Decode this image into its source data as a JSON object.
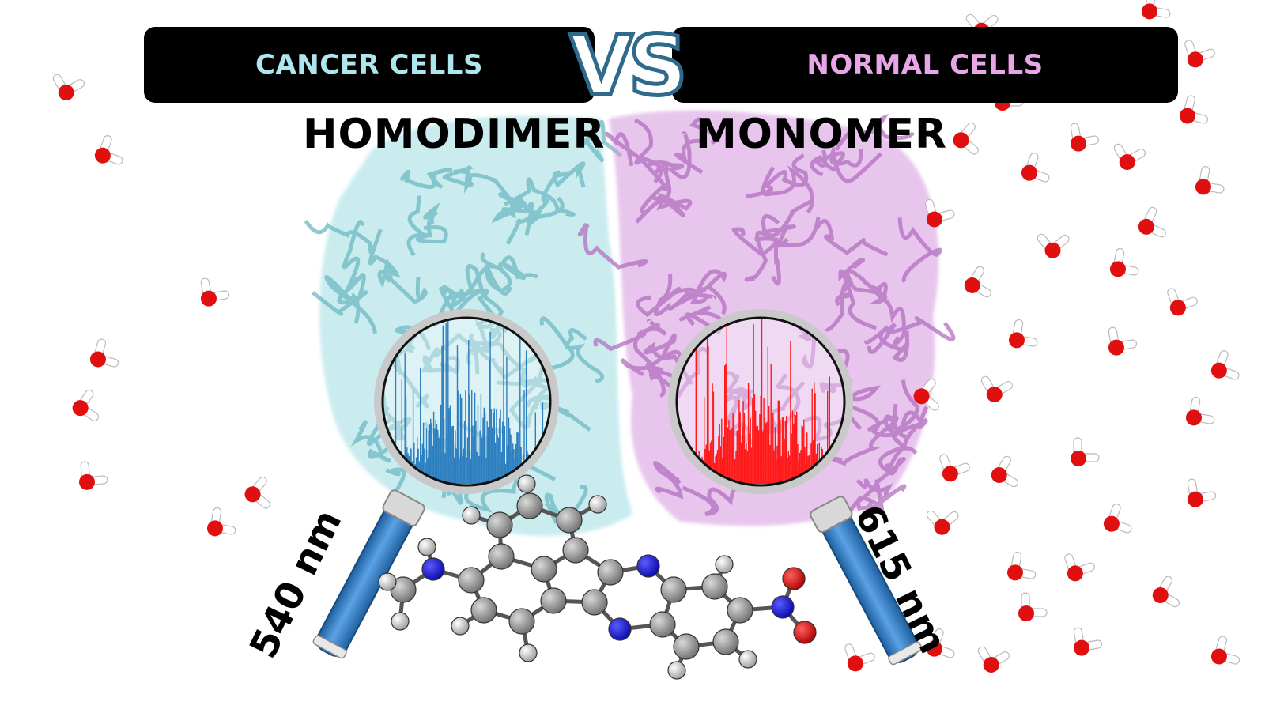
{
  "header": {
    "left_banner": "CANCER CELLS",
    "vs": "VS",
    "right_banner": "NORMAL CELLS"
  },
  "labels": {
    "left": "HOMODIMER",
    "right": "MONOMER"
  },
  "wavelengths": {
    "left": "540 nm",
    "right": "615 nm"
  },
  "colors": {
    "left_banner_text": "#aee6ee",
    "right_banner_text": "#e7a6e8",
    "homodimer_protein": "#9fdde3",
    "monomer_protein": "#d596df",
    "left_spectrum": "#2e7fc0",
    "right_spectrum": "#ff1a1a",
    "magnifier_handle": "#3b82c8",
    "water_oxygen": "#e01010",
    "water_hydrogen": "#ffffff",
    "carbon": "#8f8f8f",
    "nitrogen": "#1414dd",
    "oxygen": "#e00000",
    "hydrogen": "#d8d8d8"
  }
}
